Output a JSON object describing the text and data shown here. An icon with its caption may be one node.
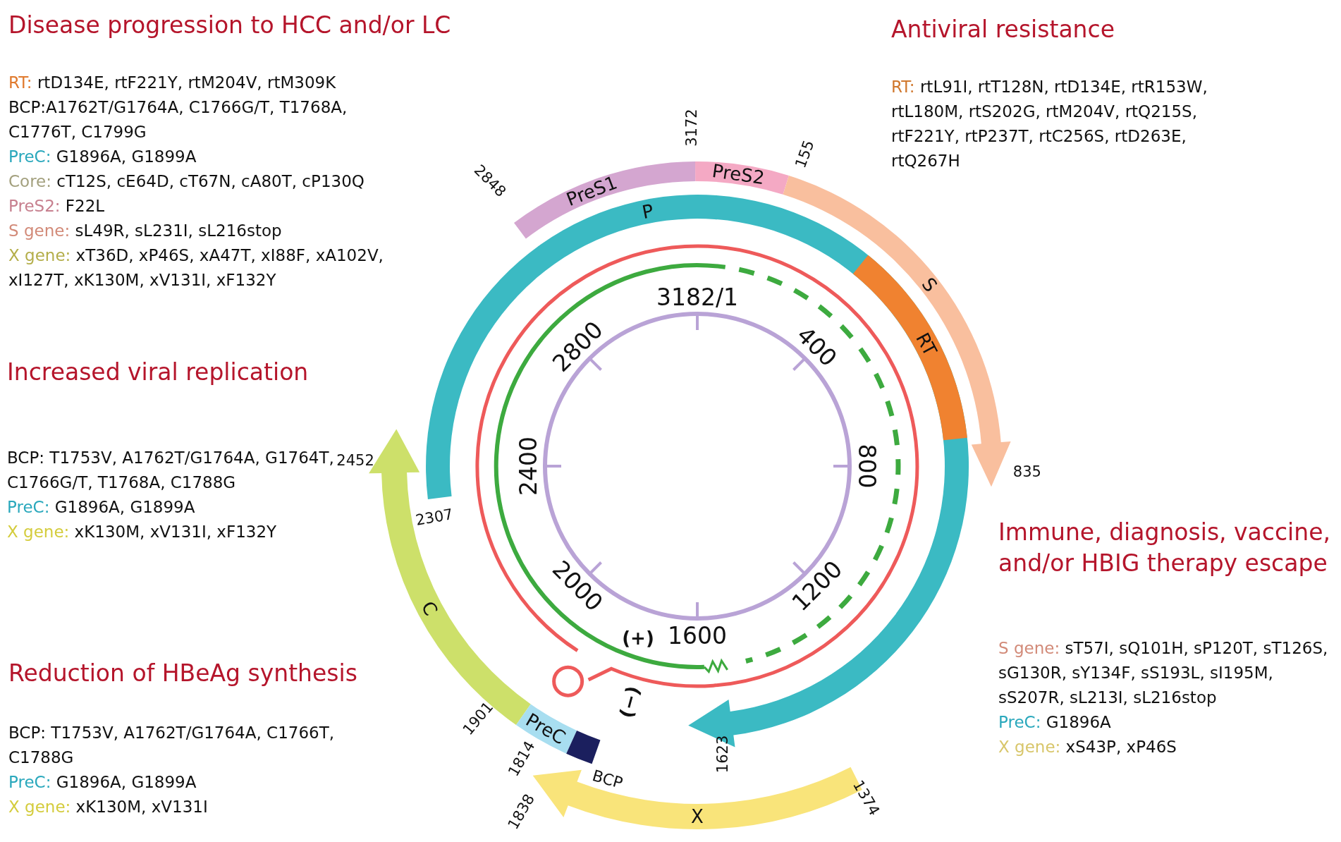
{
  "diagram": {
    "nodes": [
      {
        "text": [
          "PreS1"
        ]
      },
      {
        "text": [
          "PreS2"
        ]
      },
      {
        "text": [
          "S"
        ]
      },
      {
        "text": [
          "P"
        ]
      },
      {
        "text": [
          "RT"
        ]
      },
      {
        "text": [
          "C"
        ]
      },
      {
        "text": [
          "PreC"
        ]
      },
      {
        "text": [],
        "shape": "box",
        "beside": [
          "BCP"
        ]
      },
      {
        "text": [
          "X"
        ]
      }
    ],
    "labels": [
      "Disease progression to HCC and/or LC",
      "RT: rtD134E, rtF221Y, rtM204V, rtM309K",
      "BCP:A1762T/G1764A, C1766G/T, T1768A, C1776T, C1799G",
      "PreC: G1896A, G1899A",
      "Core: cT12S, cE64D, cT67N, cA80T, cP130Q",
      "PreS2: F22L",
      "S gene: sL49R, sL231I, sL216stop",
      "X gene: xT36D, xP46S, xA47T, xI88F, xA102V, xI127T, xK130M, xV131I, xF132Y",
      "Antiviral resistance",
      "RT: rtL91I, rtT128N, rtD134E, rtR153W, rtL180M, rtS202G, rtM204V, rtQ215S, rtF221Y, rtP237T, rtC256S, rtD263E, rtQ267H",
      "Increased viral replication",
      "BCP: T1753V, A1762T/G1764A, G1764T, C1766G/T, T1768A, C1788G",
      "PreC: G1896A, G1899A",
      "X gene: xK130M, xV131I, xF132Y",
      "Immune, diagnosis, vaccine, and/or HBIG therapy escape",
      "S gene: sT57I, sQ101H, sP120T, sT126S, sG130R, sY134F, sS193L, sI195M, sS207R, sL213I, sL216stop",
      "PreC: G1896A",
      "X gene: xS43P, xP46S",
      "Reduction of HBeAg synthesis",
      "BCP: T1753V, A1762T/G1764A, C1766T, C1788G",
      "PreC: G1896A, G1899A",
      "X gene: xK130M, xV131I",
      "3172",
      "155",
      "2848",
      "835",
      "2452",
      "2307",
      "1901",
      "1814",
      "1838",
      "1623",
      "1374",
      "3182/1",
      "400",
      "800",
      "1200",
      "1600",
      "2000",
      "2400",
      "2800",
      "(+)",
      "(−)"
    ]
  }
}
